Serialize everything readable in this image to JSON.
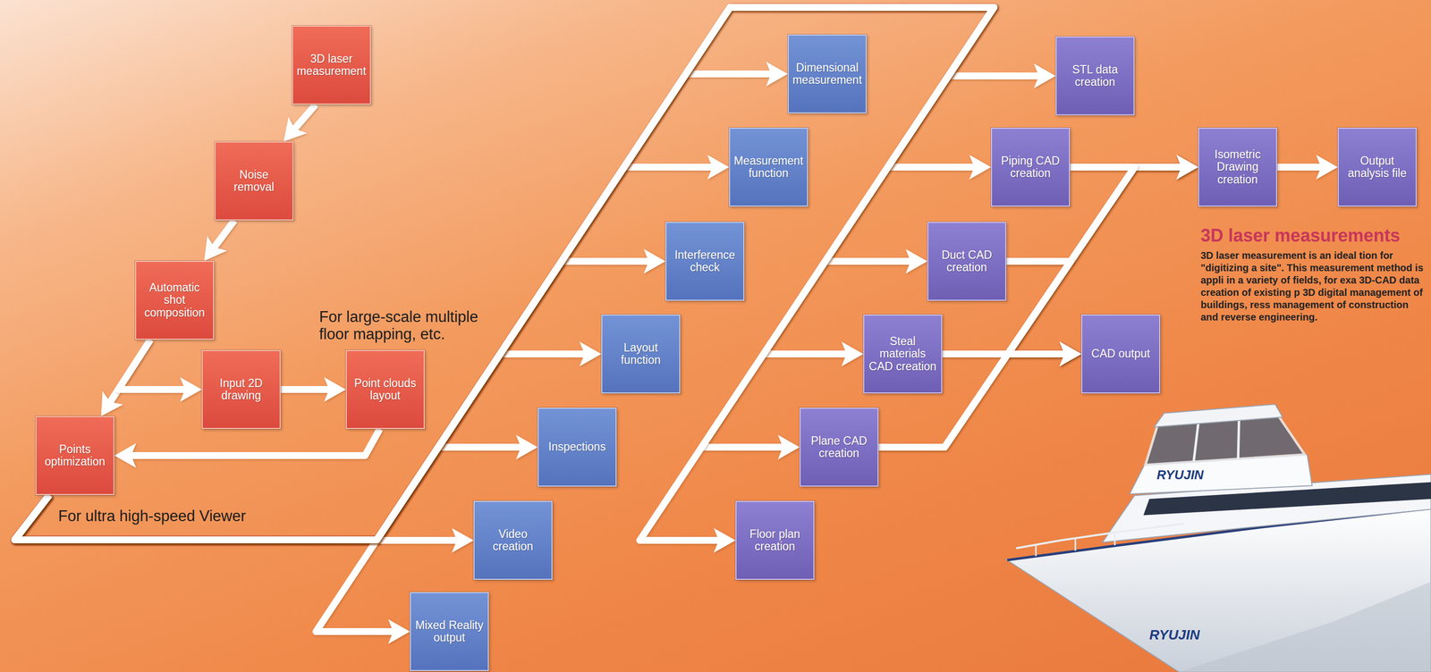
{
  "diagram": {
    "nodes": [
      {
        "text": [
          "3D laser measurement"
        ]
      },
      {
        "text": [
          "Noise removal"
        ]
      },
      {
        "text": [
          "Automatic shot composition"
        ]
      },
      {
        "text": [
          "Input 2D drawing"
        ]
      },
      {
        "text": [
          "Point clouds layout"
        ]
      },
      {
        "text": [
          "Points optimization"
        ]
      },
      {
        "text": [
          "Dimensional measurement"
        ]
      },
      {
        "text": [
          "Measurement function"
        ]
      },
      {
        "text": [
          "Interference check"
        ]
      },
      {
        "text": [
          "Layout function"
        ]
      },
      {
        "text": [
          "Inspections"
        ]
      },
      {
        "text": [
          "Video creation"
        ]
      },
      {
        "text": [
          "Mixed Reality output"
        ]
      },
      {
        "text": [
          "STL data creation"
        ]
      },
      {
        "text": [
          "Piping CAD creation"
        ]
      },
      {
        "text": [
          "Duct CAD creation"
        ]
      },
      {
        "text": [
          "Steal materials CAD creation"
        ]
      },
      {
        "text": [
          "Plane CAD creation"
        ]
      },
      {
        "text": [
          "Floor plan creation"
        ]
      },
      {
        "text": [
          "CAD output"
        ]
      },
      {
        "text": [
          "Isometric Drawing creation"
        ]
      },
      {
        "text": [
          "Output analysis file"
        ]
      }
    ],
    "edges": [
      {
        "from": 0,
        "to": 1,
        "arrow": "to"
      },
      {
        "from": 1,
        "to": 2,
        "arrow": "to"
      },
      {
        "from": 2,
        "to": 5,
        "arrow": "to"
      },
      {
        "from": 2,
        "to": 3,
        "arrow": "to"
      },
      {
        "from": 3,
        "to": 4,
        "arrow": "to"
      },
      {
        "from": 4,
        "to": 5,
        "arrow": "to"
      },
      {
        "from": 5,
        "to": 6,
        "arrow": "to"
      },
      {
        "from": 5,
        "to": 7,
        "arrow": "to"
      },
      {
        "from": 5,
        "to": 8,
        "arrow": "to"
      },
      {
        "from": 5,
        "to": 9,
        "arrow": "to"
      },
      {
        "from": 5,
        "to": 10,
        "arrow": "to"
      },
      {
        "from": 5,
        "to": 11,
        "arrow": "to"
      },
      {
        "from": 5,
        "to": 12,
        "arrow": "to"
      },
      {
        "from": 5,
        "to": 13,
        "arrow": "to"
      },
      {
        "from": 5,
        "to": 14,
        "arrow": "to"
      },
      {
        "from": 5,
        "to": 15,
        "arrow": "to"
      },
      {
        "from": 5,
        "to": 16,
        "arrow": "to"
      },
      {
        "from": 5,
        "to": 17,
        "arrow": "to"
      },
      {
        "from": 5,
        "to": 18,
        "arrow": "to"
      },
      {
        "from": 14,
        "to": 20,
        "arrow": "to"
      },
      {
        "from": 15,
        "to": 20,
        "arrow": "to"
      },
      {
        "from": 16,
        "to": 20,
        "arrow": "to"
      },
      {
        "from": 17,
        "to": 20,
        "arrow": "to"
      },
      {
        "from": 14,
        "to": 19,
        "arrow": "to"
      },
      {
        "from": 15,
        "to": 19,
        "arrow": "to"
      },
      {
        "from": 16,
        "to": 19,
        "arrow": "to"
      },
      {
        "from": 17,
        "to": 19,
        "arrow": "to"
      },
      {
        "from": 20,
        "to": 21,
        "arrow": "to"
      }
    ],
    "labels": [
      "For large-scale multiple floor mapping, etc.",
      "For ultra high-speed Viewer",
      "3D laser measurements",
      "3D laser measurement is an ideal tion for \"digitizing a site\". This measurement method is appli in a variety of fields, for exa 3D-CAD data creation of existing p 3D digital management of buildings, ress management of construction and reverse engineering.",
      "RYUJIN",
      "RYUJIN"
    ]
  }
}
